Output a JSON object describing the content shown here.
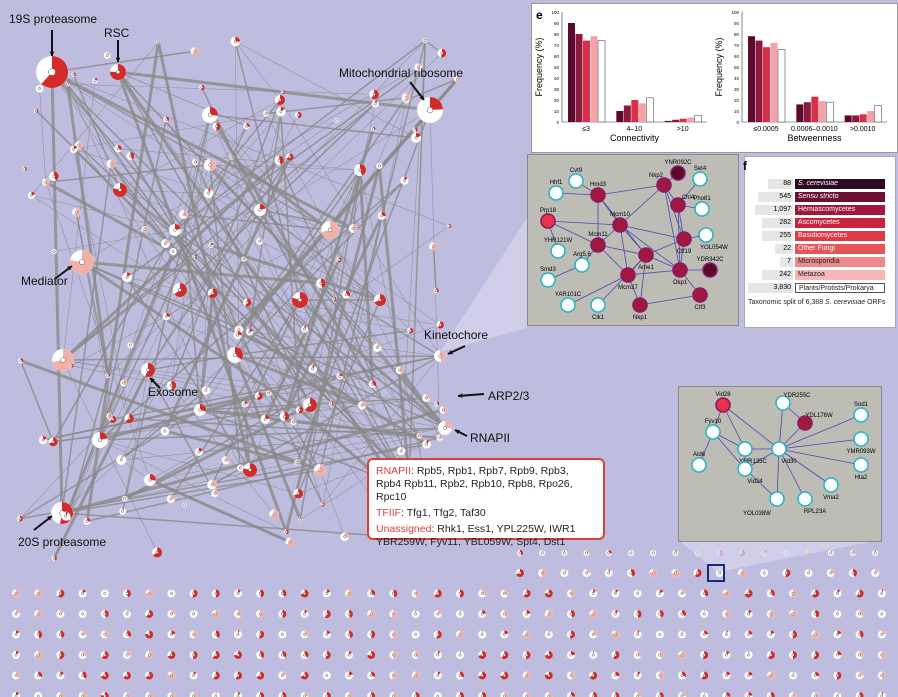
{
  "network_labels": {
    "proteasome19s": "19S proteasome",
    "rsc": "RSC",
    "mito_ribosome": "Mitochondrial ribosome",
    "mediator": "Mediator",
    "kinetochore": "Kinetochore",
    "exosome": "Exosome",
    "arp23": "ARP2/3",
    "rnapii": "RNAPII",
    "proteasome20s": "20S proteasome"
  },
  "legend": {
    "rnapii_title": "RNAPII",
    "rnapii_text": ": Rpb5, Rpb1, Rpb7, Rpb9, Rpb3, Rpb4 Rpb11, Rpb2, Rpb10, Rpb8, Rpo26, Rpc10",
    "tfiif_title": "TFIIF",
    "tfiif_text": ": Tfg1, Tfg2, Taf30",
    "unassigned_title": "Unassigned",
    "unassigned_text": ": Rhk1, Ess1, YPL225W, IWR1 YBR259W, Fyv11, YBL059W, Spt4, Dst1"
  },
  "panel_e": {
    "letter": "e",
    "ylabel": "Frequency (%)",
    "colors": [
      "#5a0a2c",
      "#8c1a3c",
      "#d9304a",
      "#f2a2a8",
      "#ffffff"
    ],
    "charts": [
      {
        "xlabel": "Connectivity",
        "categories": [
          "≤3",
          "4–10",
          ">10"
        ],
        "series": [
          [
            90,
            10,
            1
          ],
          [
            80,
            15,
            2
          ],
          [
            74,
            20,
            3
          ],
          [
            78,
            17,
            4
          ],
          [
            74,
            22,
            6
          ]
        ],
        "ylim": [
          0,
          100
        ],
        "yticks": [
          "0",
          "10",
          "20",
          "30",
          "40",
          "50",
          "60",
          "70",
          "80",
          "90",
          "100"
        ]
      },
      {
        "xlabel": "Betweenness",
        "categories": [
          "≤0.0005",
          "0.0006–0.0010",
          ">0.0010"
        ],
        "series": [
          [
            78,
            16,
            6
          ],
          [
            74,
            18,
            6
          ],
          [
            68,
            23,
            7
          ],
          [
            72,
            19,
            10
          ],
          [
            66,
            18,
            15
          ]
        ],
        "ylim": [
          0,
          100
        ],
        "yticks": [
          "0",
          "10",
          "20",
          "30",
          "40",
          "50",
          "60",
          "70",
          "80",
          "90",
          "100"
        ]
      }
    ]
  },
  "panel_f": {
    "letter": "f",
    "rows": [
      {
        "count": "88",
        "label": "S. cerevisiae",
        "color": "#2e0a22",
        "text": "#ffffff",
        "italic": true
      },
      {
        "count": "545",
        "label": "Sensu stricto",
        "color": "#6e0f34",
        "text": "#ffffff",
        "italic": true
      },
      {
        "count": "1,097",
        "label": "Hemiascomycetes",
        "color": "#a0183e",
        "text": "#ffffff",
        "italic": false
      },
      {
        "count": "282",
        "label": "Ascomycetes",
        "color": "#c8243e",
        "text": "#ffffff",
        "italic": false
      },
      {
        "count": "255",
        "label": "Basidiomycetes",
        "color": "#dc3a44",
        "text": "#ffffff",
        "italic": false
      },
      {
        "count": "22",
        "label": "Other Fungi",
        "color": "#e55658",
        "text": "#ffffff",
        "italic": false
      },
      {
        "count": "7",
        "label": "Microsporidia",
        "color": "#ee8a8c",
        "text": "#222222",
        "italic": false
      },
      {
        "count": "242",
        "label": "Metazoa",
        "color": "#f6b9b8",
        "text": "#222222",
        "italic": false
      },
      {
        "count": "3,830",
        "label": "Plants/Protists/Prokarya",
        "color": "#ffffff",
        "text": "#222222",
        "italic": false
      }
    ],
    "caption_prefix": "Taxonomic split of 6,388 ",
    "caption_species": "S. cerevisiae",
    "caption_suffix": " ORFs"
  },
  "inset_top": {
    "nodes": [
      {
        "id": "Cvt9",
        "label": "Cvt9",
        "fill": "#ffffff"
      },
      {
        "id": "Hhf1",
        "label": "Hhf1",
        "fill": "#ffffff"
      },
      {
        "id": "Prp18",
        "label": "Prp18",
        "fill": "#e8334a"
      },
      {
        "id": "YHR121W",
        "label": "YHR121W",
        "fill": "#ffffff"
      },
      {
        "id": "Smd3",
        "label": "Smd3",
        "fill": "#ffffff"
      },
      {
        "id": "YAR101C",
        "label": "YAR101C",
        "fill": "#ffffff"
      },
      {
        "id": "Clk1",
        "label": "Clk1",
        "fill": "#ffffff"
      },
      {
        "id": "Hmd3",
        "label": "Hmd3",
        "fill": "#a0183e"
      },
      {
        "id": "Mcm10",
        "label": "Mcm10",
        "fill": "#a0183e"
      },
      {
        "id": "Mcm11",
        "label": "Mcm11",
        "fill": "#a0183e"
      },
      {
        "id": "Arg56",
        "label": "Arg5,6",
        "fill": "#ffffff"
      },
      {
        "id": "Nkp2",
        "label": "Nkp2",
        "fill": "#a0183e"
      },
      {
        "id": "YNR092C",
        "label": "YNR092C",
        "fill": "#5a0a2c"
      },
      {
        "id": "Ame1",
        "label": "Ame1",
        "fill": "#a0183e"
      },
      {
        "id": "Mcm27",
        "label": "Mcm27",
        "fill": "#a0183e"
      },
      {
        "id": "Nkp1",
        "label": "Nkp1",
        "fill": "#a0183e"
      },
      {
        "id": "Chl4",
        "label": "Chl4",
        "fill": "#a0183e"
      },
      {
        "id": "Ctf19",
        "label": "Ctf19",
        "fill": "#a0183e"
      },
      {
        "id": "Okp1",
        "label": "Okp1",
        "fill": "#a0183e"
      },
      {
        "id": "Ctf3",
        "label": "Ctf3",
        "fill": "#a0183e"
      },
      {
        "id": "Set4",
        "label": "Set4",
        "fill": "#ffffff"
      },
      {
        "id": "Pho81",
        "label": "Pho81",
        "fill": "#ffffff"
      },
      {
        "id": "YOL054W",
        "label": "YOL054W",
        "fill": "#ffffff"
      },
      {
        "id": "YDR342C",
        "label": "YDR342C",
        "fill": "#5a0a2c"
      }
    ]
  },
  "inset_bottom": {
    "nodes": [
      {
        "id": "Vid28",
        "label": "Vid28",
        "fill": "#e8334a"
      },
      {
        "id": "Fyv10",
        "label": "Fyv10",
        "fill": "#ffffff"
      },
      {
        "id": "YMR135C",
        "label": "YMR135C",
        "fill": "#ffffff"
      },
      {
        "id": "Ald6",
        "label": "Ald6",
        "fill": "#ffffff"
      },
      {
        "id": "Vid24",
        "label": "Vid24",
        "fill": "#ffffff"
      },
      {
        "id": "YDR255C",
        "label": "YDR255C",
        "fill": "#ffffff"
      },
      {
        "id": "YDL176W",
        "label": "YDL176W",
        "fill": "#a0183e"
      },
      {
        "id": "Vid30",
        "label": "Vid30",
        "fill": "#ffffff"
      },
      {
        "id": "Sod1",
        "label": "Sod1",
        "fill": "#ffffff"
      },
      {
        "id": "YMR093W",
        "label": "YMR093W",
        "fill": "#ffffff"
      },
      {
        "id": "Hta2",
        "label": "Hta2",
        "fill": "#ffffff"
      },
      {
        "id": "Vma2",
        "label": "Vma2",
        "fill": "#ffffff"
      },
      {
        "id": "RPL23A",
        "label": "RPL23A",
        "fill": "#ffffff"
      },
      {
        "id": "YOL038W",
        "label": "YOL038W",
        "fill": "#ffffff"
      }
    ]
  }
}
